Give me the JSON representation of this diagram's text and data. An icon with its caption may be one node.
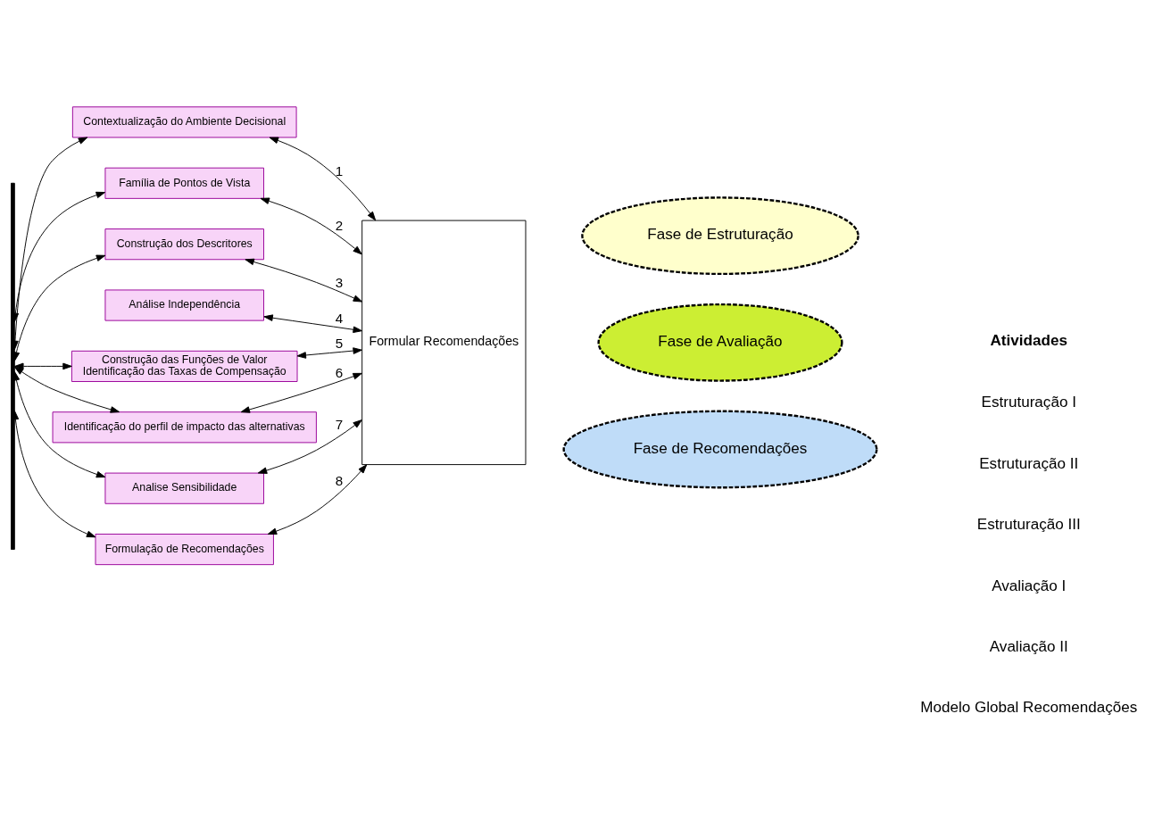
{
  "diagram": {
    "nodes": [
      {
        "text": [
          "Fase de Estruturação"
        ]
      },
      {
        "text": [
          "Fase de Avaliação"
        ]
      },
      {
        "text": [
          "Fase de Recomendações"
        ]
      },
      {
        "text": [
          "Contextualização do Ambiente Decisional"
        ]
      },
      {
        "text": [
          "Família de Pontos de Vista"
        ]
      },
      {
        "text": [
          "Construção dos Descritores"
        ]
      },
      {
        "text": [
          "Análise Independência"
        ]
      },
      {
        "text": [
          "Construção das Funções de Valor",
          "Identificação das Taxas de Compensação"
        ]
      },
      {
        "text": [
          "Identificação do perfil de impacto das alternativas"
        ]
      },
      {
        "text": [
          "Analise Sensibilidade"
        ]
      },
      {
        "text": [
          "Formulação de Recomendações"
        ]
      },
      {
        "text": [
          "Formular Recomendações"
        ]
      },
      {
        "text": [],
        "shape": "bar"
      }
    ],
    "edges": [
      {
        "from": 12,
        "to": 3,
        "arrow": "both"
      },
      {
        "from": 12,
        "to": 4,
        "arrow": "both"
      },
      {
        "from": 12,
        "to": 5,
        "arrow": "both"
      },
      {
        "from": 12,
        "to": 7,
        "arrow": "both"
      },
      {
        "from": 12,
        "to": 8,
        "arrow": "both"
      },
      {
        "from": 12,
        "to": 9,
        "arrow": "both"
      },
      {
        "from": 12,
        "to": 10,
        "arrow": "both"
      },
      {
        "from": 3,
        "to": 11,
        "arrow": "both",
        "label": "1"
      },
      {
        "from": 4,
        "to": 11,
        "arrow": "both",
        "label": "2"
      },
      {
        "from": 5,
        "to": 11,
        "arrow": "both",
        "label": "3"
      },
      {
        "from": 6,
        "to": 11,
        "arrow": "both",
        "label": "4"
      },
      {
        "from": 7,
        "to": 11,
        "arrow": "both",
        "label": "5"
      },
      {
        "from": 8,
        "to": 11,
        "arrow": "both",
        "label": "6"
      },
      {
        "from": 9,
        "to": 11,
        "arrow": "both",
        "label": "7"
      },
      {
        "from": 10,
        "to": 11,
        "arrow": "both",
        "label": "8"
      }
    ],
    "labels": [
      "Atividades",
      "Estruturação I",
      "Estruturação II",
      "Estruturação III",
      "Avaliação I",
      "Avaliação II",
      "Modelo Global Recomendações"
    ]
  }
}
